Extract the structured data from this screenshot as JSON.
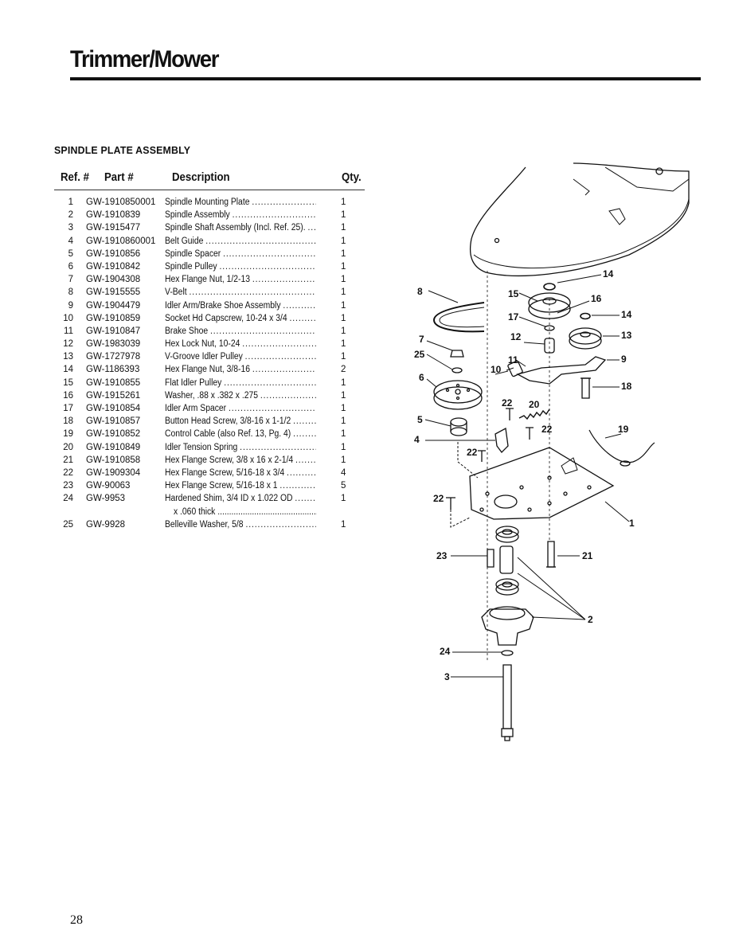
{
  "page": {
    "title": "Trimmer/Mower",
    "section_title": "SPINDLE PLATE ASSEMBLY",
    "page_number": "28"
  },
  "table": {
    "headers": {
      "ref": "Ref. #",
      "part": "Part #",
      "description": "Description",
      "qty": "Qty."
    },
    "rows": [
      {
        "ref": "1",
        "part": "GW-1910850001",
        "desc": "Spindle Mounting Plate",
        "qty": "1"
      },
      {
        "ref": "2",
        "part": "GW-1910839",
        "desc": "Spindle Assembly",
        "qty": "1"
      },
      {
        "ref": "3",
        "part": "GW-1915477",
        "desc": "Spindle Shaft Assembly (Incl. Ref. 25).",
        "qty": "1"
      },
      {
        "ref": "4",
        "part": "GW-1910860001",
        "desc": "Belt Guide",
        "qty": "1"
      },
      {
        "ref": "5",
        "part": "GW-1910856",
        "desc": "Spindle Spacer",
        "qty": "1"
      },
      {
        "ref": "6",
        "part": "GW-1910842",
        "desc": "Spindle Pulley",
        "qty": "1"
      },
      {
        "ref": "7",
        "part": "GW-1904308",
        "desc": "Hex Flange Nut, 1/2-13",
        "qty": "1"
      },
      {
        "ref": "8",
        "part": "GW-1915555",
        "desc": "V-Belt",
        "qty": "1"
      },
      {
        "ref": "9",
        "part": "GW-1904479",
        "desc": "Idler Arm/Brake Shoe Assembly",
        "qty": "1"
      },
      {
        "ref": "10",
        "part": "GW-1910859",
        "desc": "Socket Hd Capscrew, 10-24 x 3/4",
        "qty": "1"
      },
      {
        "ref": "11",
        "part": "GW-1910847",
        "desc": "Brake Shoe",
        "qty": "1"
      },
      {
        "ref": "12",
        "part": "GW-1983039",
        "desc": "Hex Lock Nut, 10-24",
        "qty": "1"
      },
      {
        "ref": "13",
        "part": "GW-1727978",
        "desc": "V-Groove Idler Pulley",
        "qty": "1"
      },
      {
        "ref": "14",
        "part": "GW-1186393",
        "desc": "Hex Flange Nut, 3/8-16",
        "qty": "2"
      },
      {
        "ref": "15",
        "part": "GW-1910855",
        "desc": "Flat Idler Pulley",
        "qty": "1"
      },
      {
        "ref": "16",
        "part": "GW-1915261",
        "desc": "Washer, .88 x .382 x .275",
        "qty": "1"
      },
      {
        "ref": "17",
        "part": "GW-1910854",
        "desc": "Idler Arm Spacer",
        "qty": "1"
      },
      {
        "ref": "18",
        "part": "GW-1910857",
        "desc": "Button Head Screw, 3/8-16 x 1-1/2",
        "qty": "1"
      },
      {
        "ref": "19",
        "part": "GW-1910852",
        "desc": "Control Cable (also Ref. 13, Pg. 4)",
        "qty": "1"
      },
      {
        "ref": "20",
        "part": "GW-1910849",
        "desc": "Idler Tension Spring",
        "qty": "1"
      },
      {
        "ref": "21",
        "part": "GW-1910858",
        "desc": "Hex Flange Screw, 3/8 x 16 x 2-1/4",
        "qty": "1"
      },
      {
        "ref": "22",
        "part": "GW-1909304",
        "desc": "Hex Flange Screw, 5/16-18 x 3/4",
        "qty": "4"
      },
      {
        "ref": "23",
        "part": "GW-90063",
        "desc": "Hex Flange Screw, 5/16-18 x 1",
        "qty": "5"
      },
      {
        "ref": "24",
        "part": "GW-9953",
        "desc": "Hardened Shim, 3/4 ID x 1.022 OD",
        "desc2": "x .060 thick",
        "qty": "1"
      },
      {
        "ref": "25",
        "part": "GW-9928",
        "desc": "Belleville Washer, 5/8",
        "qty": "1"
      }
    ]
  },
  "diagram": {
    "callouts": [
      "14",
      "15",
      "16",
      "8",
      "17",
      "14",
      "13",
      "12",
      "7",
      "25",
      "11",
      "9",
      "10",
      "6",
      "18",
      "22",
      "20",
      "5",
      "22",
      "19",
      "4",
      "22",
      "22",
      "1",
      "23",
      "21",
      "2",
      "24",
      "3"
    ]
  }
}
